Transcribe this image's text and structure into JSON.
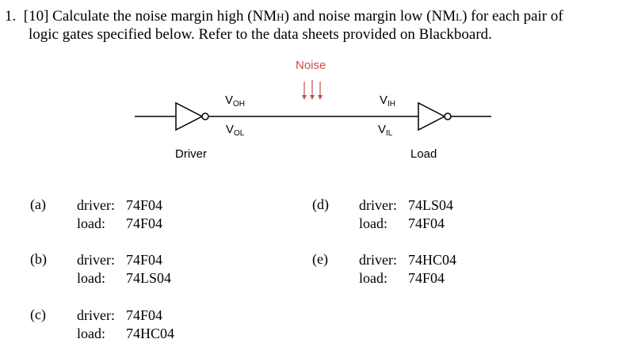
{
  "question": {
    "number": "1.",
    "points": "[10]",
    "line1_pre": "Calculate the noise margin high (NM",
    "nmh_sub": "H",
    "line1_mid": ") and noise margin low (NM",
    "nml_sub": "L",
    "line1_post": ") for each pair of",
    "line2": "logic gates specified below.  Refer to the data sheets provided on Blackboard."
  },
  "diagram": {
    "noise_label": "Noise",
    "voh": {
      "main": "V",
      "sub": "OH"
    },
    "vol": {
      "main": "V",
      "sub": "OL"
    },
    "vih": {
      "main": "V",
      "sub": "IH"
    },
    "vil": {
      "main": "V",
      "sub": "IL"
    },
    "driver_label": "Driver",
    "load_label": "Load"
  },
  "pairs": [
    {
      "letter": "(a)",
      "driver_label": "driver:",
      "driver": "74F04",
      "load_label": "load:",
      "load": "74F04"
    },
    {
      "letter": "(b)",
      "driver_label": "driver:",
      "driver": "74F04",
      "load_label": "load:",
      "load": "74LS04"
    },
    {
      "letter": "(c)",
      "driver_label": "driver:",
      "driver": "74F04",
      "load_label": "load:",
      "load": "74HC04"
    },
    {
      "letter": "(d)",
      "driver_label": "driver:",
      "driver": "74LS04",
      "load_label": "load:",
      "load": "74F04"
    },
    {
      "letter": "(e)",
      "driver_label": "driver:",
      "driver": "74HC04",
      "load_label": "load:",
      "load": "74F04"
    }
  ]
}
